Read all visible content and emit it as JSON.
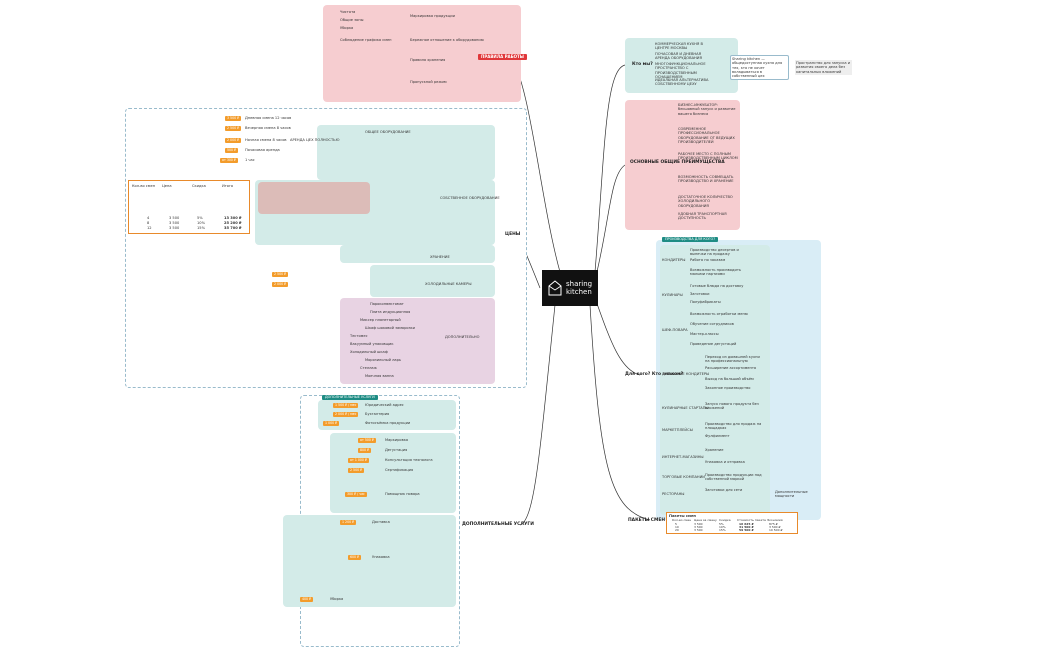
{
  "logo": {
    "line1": "sharing",
    "line2": "kitchen"
  },
  "branches": {
    "work_rules": "ПРАВИЛА РАБОТЫ",
    "who_we_are": "Кто мы?",
    "advantages": "ОСНОВНЫЕ ОБЩИЕ ПРЕИМУЩЕСТВА",
    "prices": "ЦЕНЫ",
    "extra_services": "ДОПОЛНИТЕЛЬНЫЕ УСЛУГИ",
    "who_for": "Для кого? Кто знаком?",
    "shifts": "ПАКЕТЫ СМЕН"
  },
  "who_items": [
    "КОММЕРЧЕСКАЯ КУХНЯ В ЦЕНТРЕ МОСКВЫ",
    "ПОЧАСОВАЯ И ДНЕВНАЯ АРЕНДА ОБОРУДОВАНИЯ",
    "МНОГОФУНКЦИОНАЛЬНОЕ ПРОСТРАНСТВО С ПРОИЗВОДСТВЕННЫМ ОСНАЩЕНИЕМ",
    "ИДЕАЛЬНАЯ АЛЬТЕРНАТИВА СОБСТВЕННОМУ ЦЕХУ"
  ],
  "who_desc": "Sharing kitchen — общедоступная кухня для тех, кто не хочет вкладываться в собственный цех",
  "who_desc2": "Пространство для запуска и развития своего дела без капитальных вложений",
  "advantage_items": [
    "БИЗНЕС-ИНКУБАТОР: бесшовный запуск и развитие вашего бизнеса",
    "СОВРЕМЕННОЕ ПРОФЕССИОНАЛЬНОЕ ОБОРУДОВАНИЕ ОТ ВЕДУЩИХ ПРОИЗВОДИТЕЛЕЙ",
    "РАБОЧЕЕ МЕСТО С ПОЛНЫМ ПРОИЗВОДСТВЕННЫМ ЦИКЛОМ",
    "ВОЗМОЖНОСТЬ СОВМЕЩАТЬ ПРОИЗВОДСТВО И ХРАНЕНИЕ",
    "ДОСТАТОЧНОЕ КОЛИЧЕСТВО ХОЛОДИЛЬНОГО ОБОРУДОВАНИЯ",
    "УДОБНАЯ ТРАНСПОРТНАЯ ДОСТУПНОСТЬ"
  ],
  "work_rules_items": [
    "Чистота",
    "Общие зоны",
    "Уборка",
    "Маркировка продукции",
    "Соблюдение графика смен",
    "Бережное отношение к оборудованию",
    "Правила хранения",
    "Пропускной режим"
  ],
  "price_rows": [
    {
      "label": "Дневная смена 12 часов",
      "price": "3 500 ₽"
    },
    {
      "label": "Вечерняя смена 8 часов",
      "price": "2 500 ₽"
    },
    {
      "label": "Ночная смена 8 часов",
      "price": "2 000 ₽"
    },
    {
      "label": "Почасовая аренда",
      "price": "500 ₽"
    },
    {
      "label": "1 час",
      "price": "от 300 ₽"
    }
  ],
  "price_table": {
    "headers": [
      "Кол-во смен",
      "Цена",
      "Скидка",
      "Итого"
    ],
    "rows": [
      [
        "4",
        "3 500",
        "5%",
        "13 300 ₽"
      ],
      [
        "8",
        "3 500",
        "10%",
        "25 200 ₽"
      ],
      [
        "12",
        "3 500",
        "15%",
        "35 700 ₽"
      ]
    ]
  },
  "price_sections": [
    "АРЕНДА ЦЕХ ПОЛНОСТЬЮ",
    "ОБЩЕЕ ОБОРУДОВАНИЕ",
    "СОБСТВЕННОЕ ОБОРУДОВАНИЕ",
    "ХРАНЕНИЕ",
    "ХОЛОДИЛЬНЫЕ КАМЕРЫ",
    "ДОПОЛНИТЕЛЬНО"
  ],
  "equipment_items": [
    "Пароконвектомат",
    "Плита индукционная",
    "Миксер планетарный",
    "Шкаф шоковой заморозки",
    "Тестомес",
    "Вакуумный упаковщик",
    "Холодильный шкаф",
    "Морозильный ларь",
    "Стеллаж",
    "Моечная ванна"
  ],
  "extra_items": [
    {
      "tag": "1 500 ₽ / мес",
      "label": "Юридический адрес"
    },
    {
      "tag": "2 000 ₽ / мес",
      "label": "Бухгалтерия"
    },
    {
      "tag": "1 000 ₽",
      "label": "Фотосъёмка продукции"
    },
    {
      "tag": "от 500 ₽",
      "label": "Маркировка"
    },
    {
      "tag": "800 ₽",
      "label": "Дегустация"
    },
    {
      "tag": "от 1 000 ₽",
      "label": "Консультация технолога"
    },
    {
      "tag": "2 500 ₽",
      "label": "Сертификация"
    },
    {
      "tag": "300 ₽ / час",
      "label": "Помощник повара"
    },
    {
      "tag": "1 200 ₽",
      "label": "Доставка"
    },
    {
      "tag": "600 ₽",
      "label": "Упаковка"
    },
    {
      "tag": "400 ₽",
      "label": "Уборка"
    }
  ],
  "who_for_label": "ПРОИЗВОДСТВА ДЛЯ КОГО?",
  "who_for_groups": [
    {
      "name": "КОНДИТЕРЫ",
      "items": [
        "Производство десертов и выпечки на продажу",
        "Работа по заказам",
        "Возможность производить малыми партиями"
      ]
    },
    {
      "name": "КУЛИНАРЫ",
      "items": [
        "Готовые блюда на доставку",
        "Заготовки",
        "Полуфабрикаты"
      ]
    },
    {
      "name": "ШЕФ-ПОВАРА",
      "items": [
        "Возможность отработки меню",
        "Обучение сотрудников",
        "Мастер-классы",
        "Проведение дегустаций"
      ]
    },
    {
      "name": "ДОМАШНИЕ КОНДИТЕРЫ",
      "items": [
        "Переход из домашней кухни на профессиональную",
        "Расширение ассортимента",
        "Выход на больший объём",
        "Законное производство"
      ]
    },
    {
      "name": "КУЛИНАРНЫЕ СТАРТАПЫ",
      "items": [
        "Запуск нового продукта без вложений"
      ]
    },
    {
      "name": "МАРКЕТПЛЕЙСЫ",
      "items": [
        "Производство для продаж на площадках",
        "Фулфилмент"
      ]
    },
    {
      "name": "ИНТЕРНЕТ-МАГАЗИНЫ",
      "items": [
        "Хранение",
        "Упаковка и отправка"
      ]
    },
    {
      "name": "ТОРГОВЫЕ КОМПАНИИ",
      "items": [
        "Производство продукции под собственной маркой"
      ]
    },
    {
      "name": "РЕСТОРАНЫ",
      "items": [
        "Заготовки для сети",
        "Дополнительные мощности"
      ]
    }
  ],
  "shift_table": {
    "title": "Пакеты смен",
    "headers": [
      "Кол-во смен",
      "Цена за смену",
      "Скидка",
      "Стоимость пакета",
      "Экономия"
    ],
    "rows": [
      [
        "5",
        "3 500",
        "5%",
        "16 625 ₽",
        "875 ₽"
      ],
      [
        "10",
        "3 500",
        "10%",
        "31 500 ₽",
        "3 500 ₽"
      ],
      [
        "20",
        "3 500",
        "15%",
        "59 500 ₽",
        "10 500 ₽"
      ]
    ]
  },
  "colors": {
    "pink": "#f6cdd0",
    "teal": "#d3ebe8",
    "lavender": "#e8d3e3",
    "blue": "#d9edf6",
    "orange": "#f39c2b",
    "red": "#e0373a"
  }
}
